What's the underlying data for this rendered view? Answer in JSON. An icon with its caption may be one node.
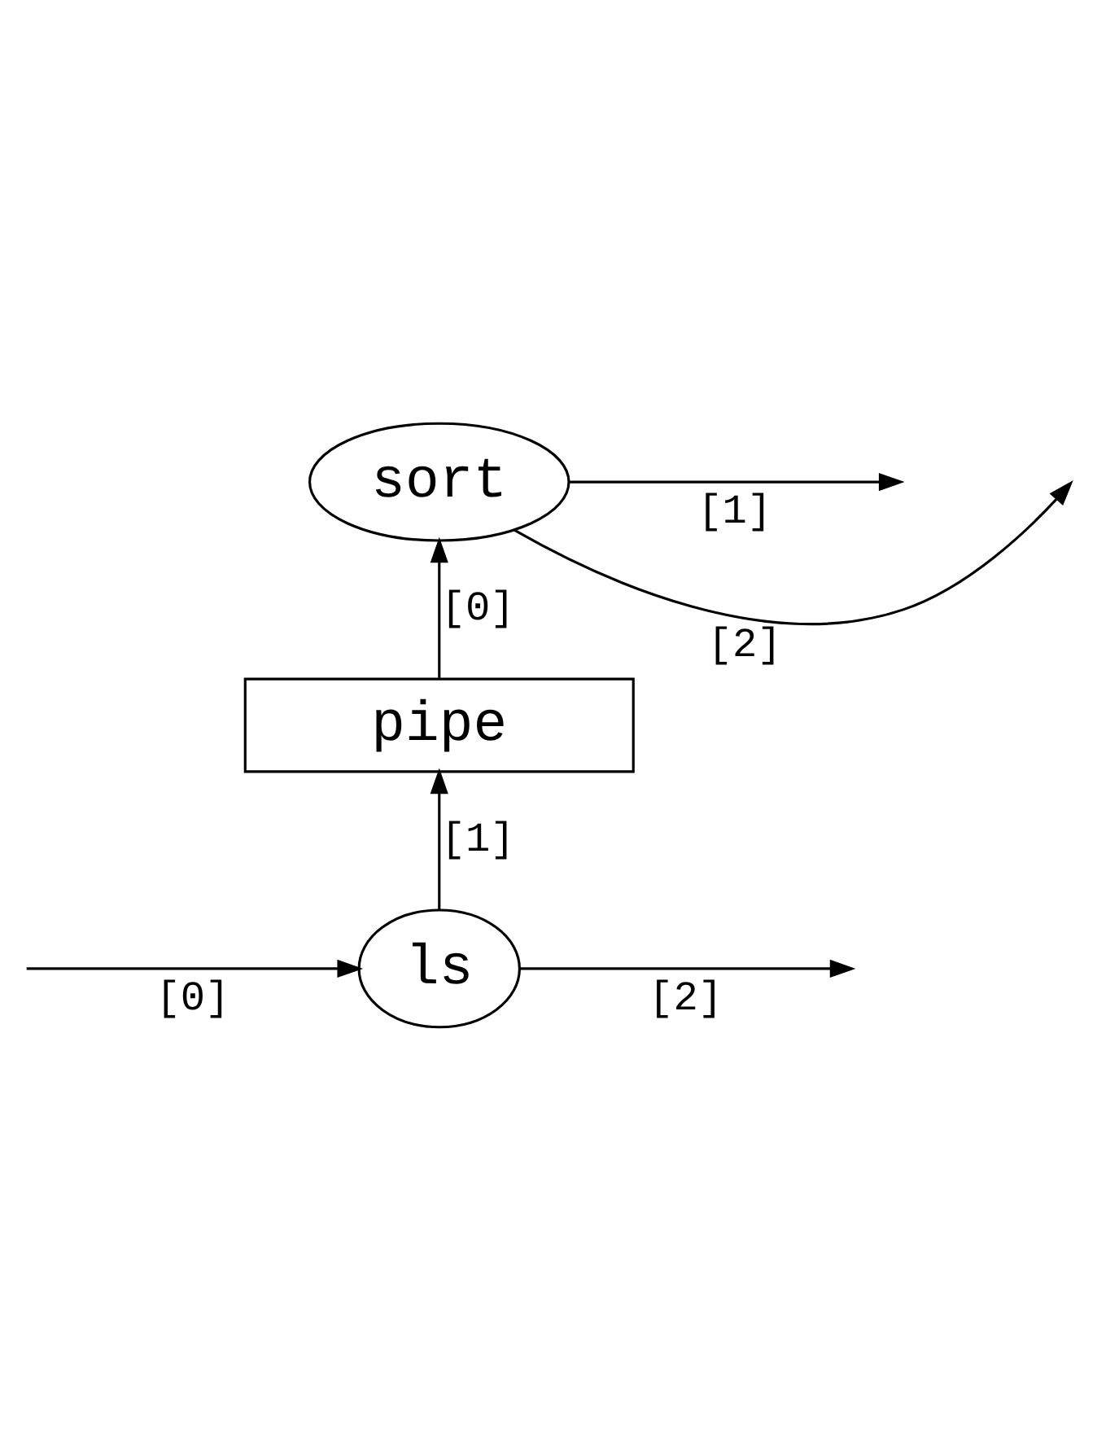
{
  "diagram": {
    "nodes": [
      {
        "text": [
          "sort"
        ]
      },
      {
        "text": [
          "pipe"
        ]
      },
      {
        "text": [
          "ls"
        ]
      }
    ],
    "edges": [
      {
        "from": 1,
        "to": 0,
        "arrow": "to",
        "label": "[0]"
      },
      {
        "from": 0,
        "to": null,
        "arrow": "to",
        "label": "[2]"
      },
      {
        "from": 0,
        "to": null,
        "arrow": "to",
        "label": "[1]"
      },
      {
        "from": 2,
        "to": 1,
        "arrow": "to",
        "label": "[1]"
      },
      {
        "from": null,
        "to": 2,
        "arrow": "to",
        "label": "[0]"
      },
      {
        "from": 2,
        "to": null,
        "arrow": "to",
        "label": "[2]"
      }
    ]
  }
}
